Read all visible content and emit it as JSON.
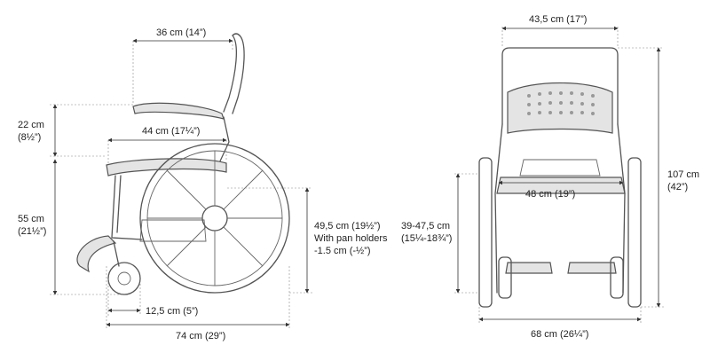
{
  "side_view": {
    "backrest_depth": "36 cm (14”)",
    "armrest_height_cm": "22 cm",
    "armrest_height_in": "(8½”)",
    "seat_depth": "44 cm (17¼”)",
    "seat_height_cm": "55 cm",
    "seat_height_in": "(21½”)",
    "under_seat_line1": "49,5 cm (19½”)",
    "under_seat_line2": "With pan holders",
    "under_seat_line3": "-1.5 cm (-½”)",
    "front_wheel": "12,5 cm (5”)",
    "total_length": "74 cm (29”)"
  },
  "front_view": {
    "backrest_width": "43,5 cm (17”)",
    "total_height_cm": "107 cm",
    "total_height_in": "(42”)",
    "seat_width": "48 cm (19”)",
    "armrest_range_cm": "39-47,5 cm",
    "armrest_range_in": "(15¼-18¾”)",
    "total_width": "68 cm (26¼”)"
  }
}
